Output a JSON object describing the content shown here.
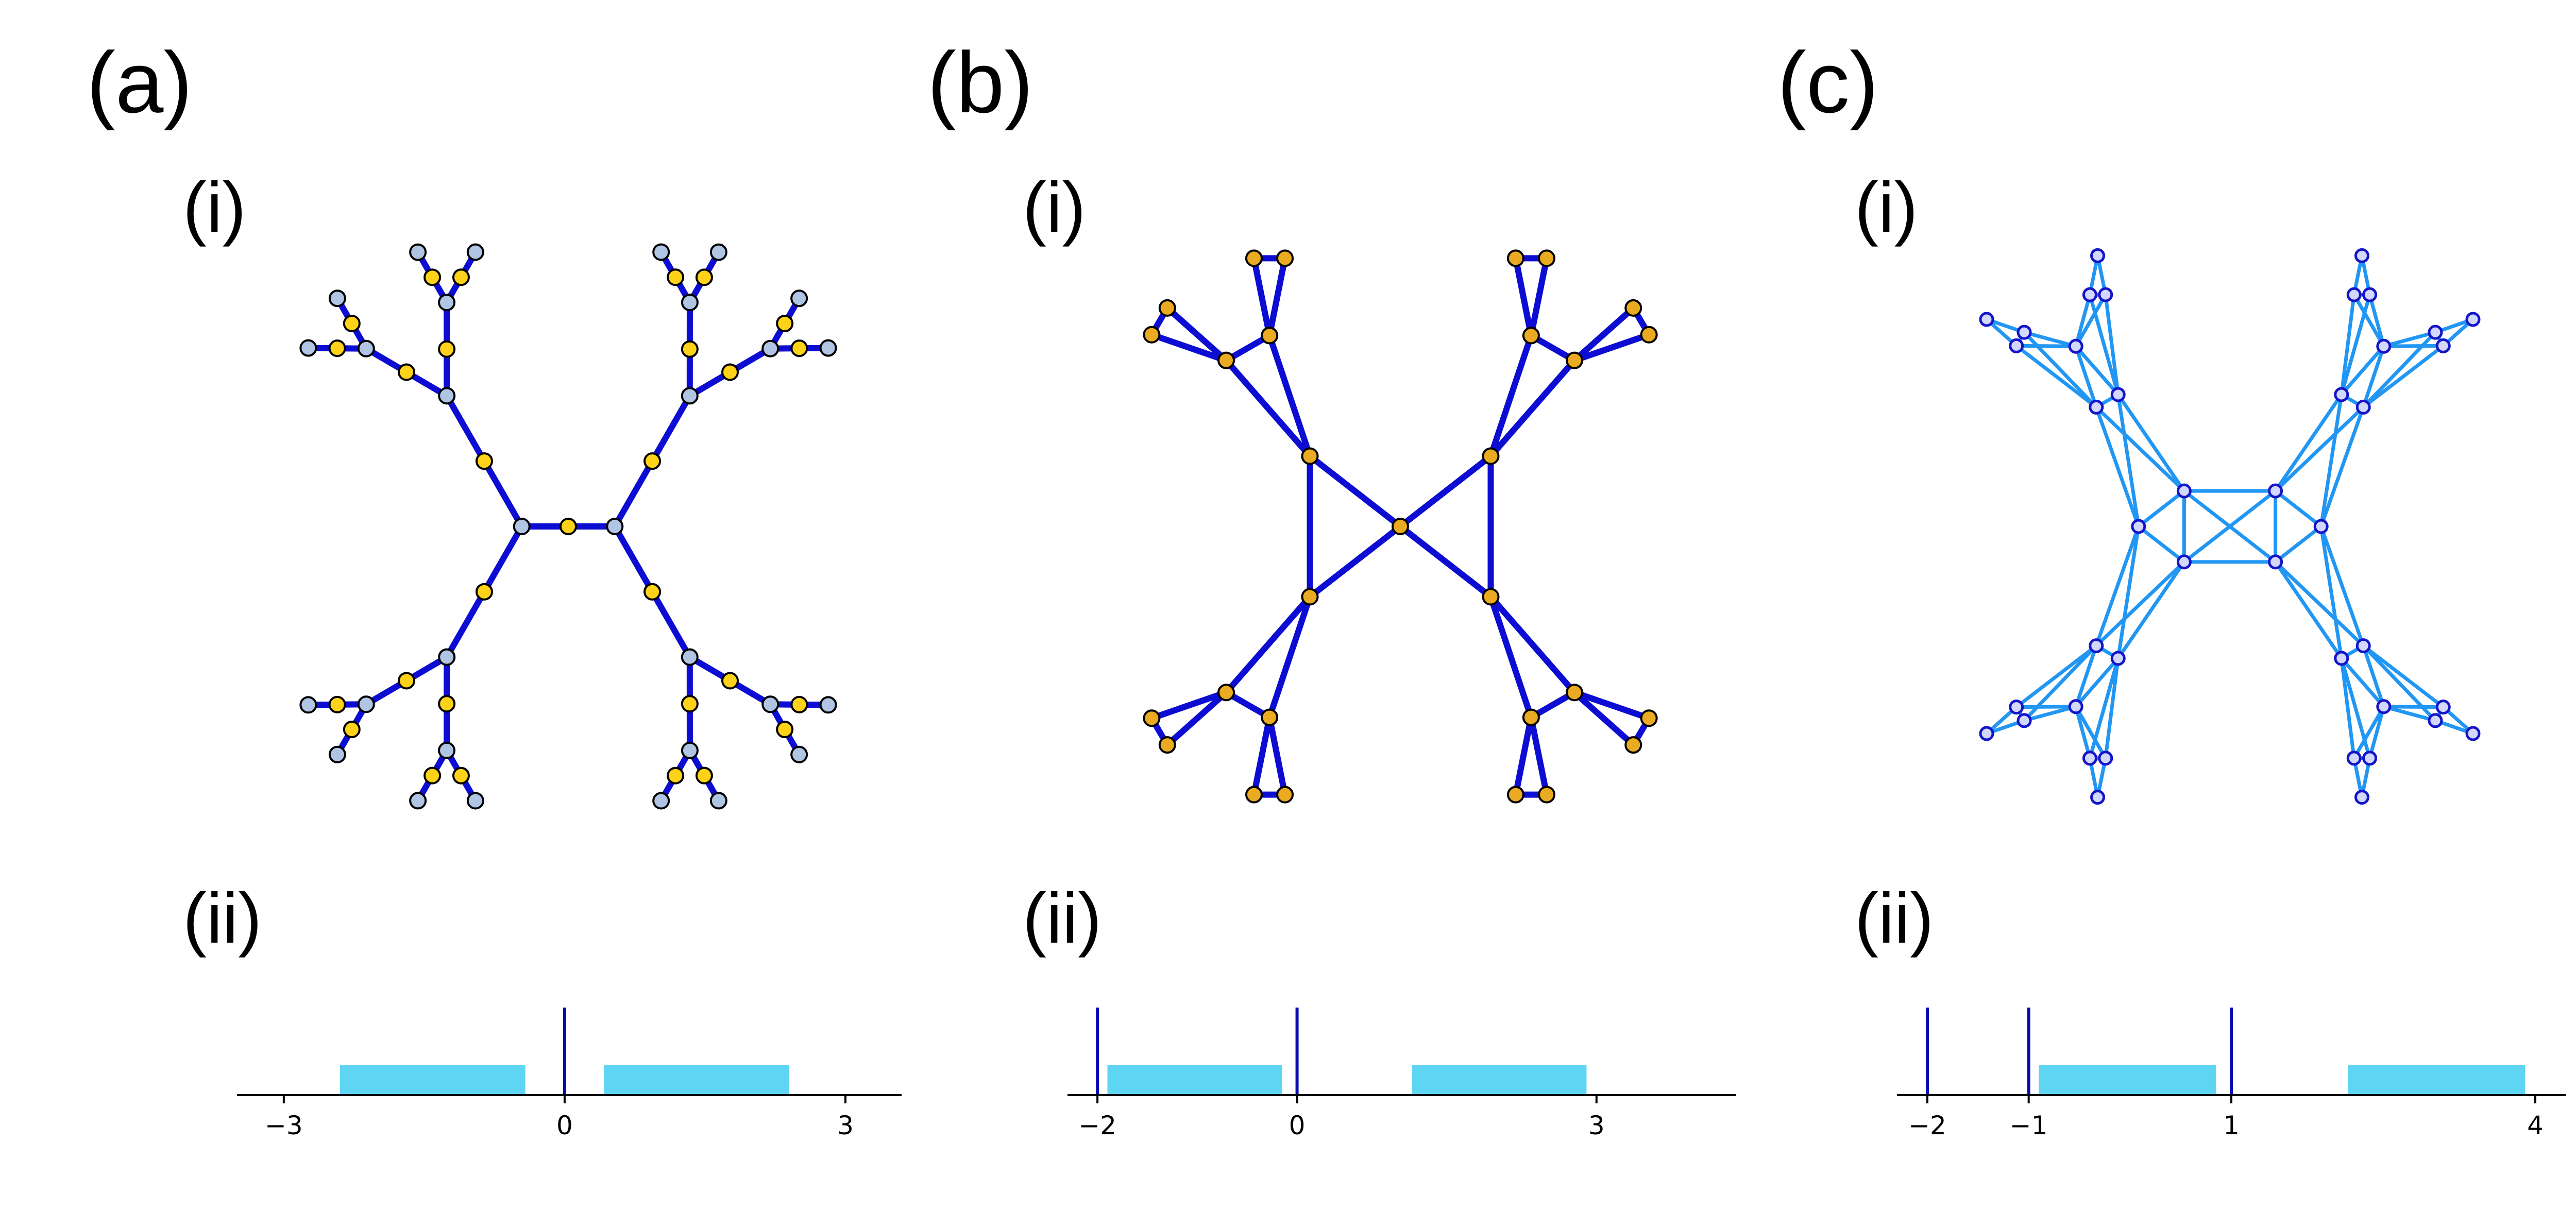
{
  "colors": {
    "edge_dark": "#0c0cd2",
    "edge_light": "#2196f3",
    "node_hub": "#b0c4e4",
    "node_mid": "#ffd21a",
    "node_orange": "#eaaa22",
    "node_light": "#d2d8fc",
    "spectrum_band": "#5fd5f4",
    "spectrum_spike": "#0a0ab4"
  },
  "panels": [
    {
      "label": "(a)",
      "graph_label": "(i)",
      "spectrum_label": "(ii)",
      "graph_style": "tree-subdivided",
      "spectrum": {
        "xlim": [
          -3.5,
          3.6
        ],
        "ticks": [
          {
            "value": -3,
            "label": "−3"
          },
          {
            "value": 0,
            "label": "0"
          },
          {
            "value": 3,
            "label": "3"
          }
        ],
        "bands": [
          [
            -2.4,
            -0.42
          ],
          [
            0.42,
            2.4
          ]
        ],
        "spikes": [
          0
        ]
      }
    },
    {
      "label": "(b)",
      "graph_label": "(i)",
      "spectrum_label": "(ii)",
      "graph_style": "tree-line-graph",
      "spectrum": {
        "xlim": [
          -2.3,
          4.4
        ],
        "ticks": [
          {
            "value": -2,
            "label": "−2"
          },
          {
            "value": 0,
            "label": "0"
          },
          {
            "value": 3,
            "label": "3"
          }
        ],
        "bands": [
          [
            -1.9,
            -0.15
          ],
          [
            1.15,
            2.9
          ]
        ],
        "spikes": [
          -2,
          0
        ]
      }
    },
    {
      "label": "(c)",
      "graph_label": "(i)",
      "spectrum_label": "(ii)",
      "graph_style": "tree-iterated-line-graph",
      "spectrum": {
        "xlim": [
          -2.3,
          4.3
        ],
        "ticks": [
          {
            "value": -2,
            "label": "−2"
          },
          {
            "value": -1,
            "label": "−1"
          },
          {
            "value": 1,
            "label": "1"
          },
          {
            "value": 4,
            "label": "4"
          }
        ],
        "bands": [
          [
            -0.9,
            0.85
          ],
          [
            2.15,
            3.9
          ]
        ],
        "spikes": [
          -2,
          -1,
          1
        ]
      }
    }
  ]
}
